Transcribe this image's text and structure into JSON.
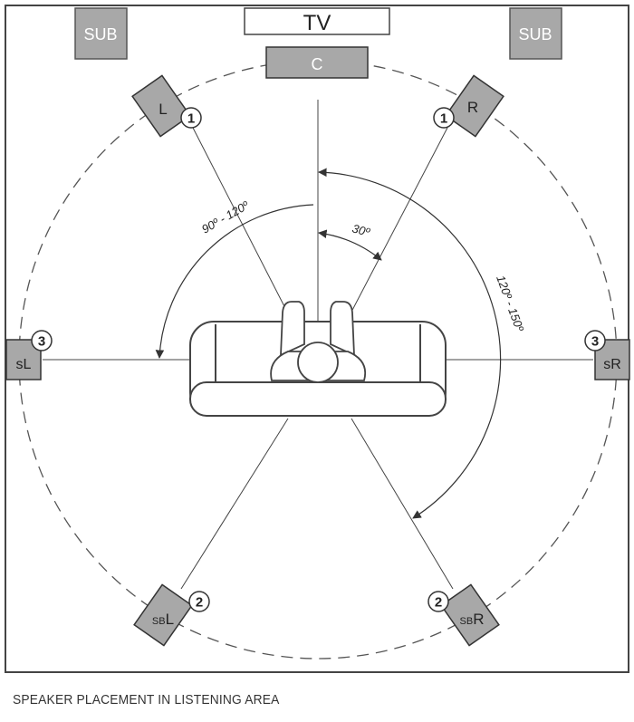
{
  "tv_label": "TV",
  "center_label": "C",
  "sub_left_label": "SUB",
  "sub_right_label": "SUB",
  "speakers": {
    "front_left": {
      "label": "L",
      "badge": "1"
    },
    "front_right": {
      "label": "R",
      "badge": "1"
    },
    "surround_left": {
      "label": "sL",
      "badge": "3"
    },
    "surround_right": {
      "label": "sR",
      "badge": "3"
    },
    "surround_back_left": {
      "label_small": "SB",
      "label_large": "L",
      "badge": "2"
    },
    "surround_back_right": {
      "label_small": "SB",
      "label_large": "R",
      "badge": "2"
    }
  },
  "angles": {
    "front": "30º",
    "side": "90º - 120º",
    "back": "120º - 150º"
  },
  "caption": "SPEAKER PLACEMENT IN LISTENING AREA",
  "colors": {
    "speaker_fill": "#a8a8a8",
    "speaker_stroke": "#333333",
    "line": "#444444"
  }
}
